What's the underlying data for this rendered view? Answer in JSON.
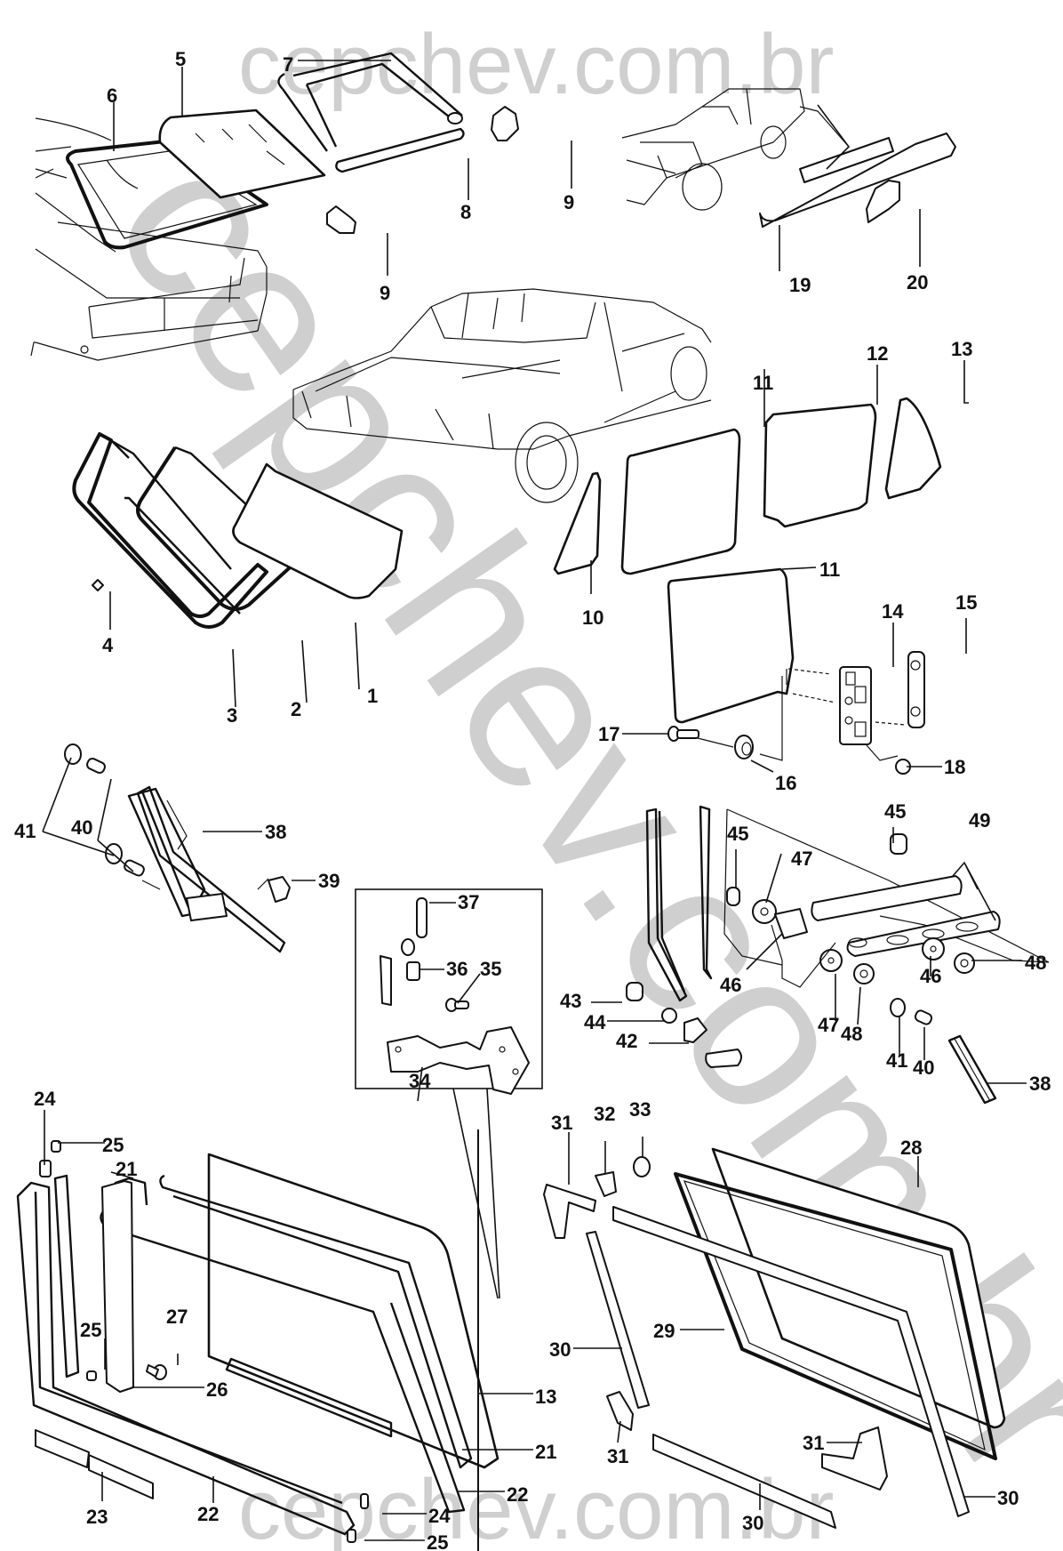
{
  "diagram": {
    "title": "Vidros e componentes - exploded parts diagram",
    "watermark": {
      "text_top": "cepchev.com.br",
      "text_diagonal": "cepchev.com.br",
      "text_bottom": "cepchev.com.br",
      "color": "#cfcfcf"
    },
    "callouts": [
      {
        "id": "c1",
        "label": "1"
      },
      {
        "id": "c2",
        "label": "2"
      },
      {
        "id": "c3",
        "label": "3"
      },
      {
        "id": "c4",
        "label": "4"
      },
      {
        "id": "c5",
        "label": "5"
      },
      {
        "id": "c6",
        "label": "6"
      },
      {
        "id": "c7",
        "label": "7"
      },
      {
        "id": "c8",
        "label": "8"
      },
      {
        "id": "c9a",
        "label": "9"
      },
      {
        "id": "c9b",
        "label": "9"
      },
      {
        "id": "c10",
        "label": "10"
      },
      {
        "id": "c11a",
        "label": "11"
      },
      {
        "id": "c11b",
        "label": "11"
      },
      {
        "id": "c12",
        "label": "12"
      },
      {
        "id": "c13a",
        "label": "13"
      },
      {
        "id": "c13b",
        "label": "13"
      },
      {
        "id": "c14",
        "label": "14"
      },
      {
        "id": "c15",
        "label": "15"
      },
      {
        "id": "c16",
        "label": "16"
      },
      {
        "id": "c17",
        "label": "17"
      },
      {
        "id": "c18",
        "label": "18"
      },
      {
        "id": "c19",
        "label": "19"
      },
      {
        "id": "c20",
        "label": "20"
      },
      {
        "id": "c21a",
        "label": "21"
      },
      {
        "id": "c21b",
        "label": "21"
      },
      {
        "id": "c22a",
        "label": "22"
      },
      {
        "id": "c22b",
        "label": "22"
      },
      {
        "id": "c23",
        "label": "23"
      },
      {
        "id": "c24a",
        "label": "24"
      },
      {
        "id": "c24b",
        "label": "24"
      },
      {
        "id": "c25a",
        "label": "25"
      },
      {
        "id": "c25b",
        "label": "25"
      },
      {
        "id": "c25c",
        "label": "25"
      },
      {
        "id": "c26",
        "label": "26"
      },
      {
        "id": "c27",
        "label": "27"
      },
      {
        "id": "c28",
        "label": "28"
      },
      {
        "id": "c29",
        "label": "29"
      },
      {
        "id": "c30a",
        "label": "30"
      },
      {
        "id": "c30b",
        "label": "30"
      },
      {
        "id": "c30c",
        "label": "30"
      },
      {
        "id": "c31a",
        "label": "31"
      },
      {
        "id": "c31b",
        "label": "31"
      },
      {
        "id": "c31c",
        "label": "31"
      },
      {
        "id": "c32",
        "label": "32"
      },
      {
        "id": "c33",
        "label": "33"
      },
      {
        "id": "c34",
        "label": "34"
      },
      {
        "id": "c35",
        "label": "35"
      },
      {
        "id": "c36",
        "label": "36"
      },
      {
        "id": "c37",
        "label": "37"
      },
      {
        "id": "c38a",
        "label": "38"
      },
      {
        "id": "c38b",
        "label": "38"
      },
      {
        "id": "c39",
        "label": "39"
      },
      {
        "id": "c40a",
        "label": "40"
      },
      {
        "id": "c40b",
        "label": "40"
      },
      {
        "id": "c41a",
        "label": "41"
      },
      {
        "id": "c41b",
        "label": "41"
      },
      {
        "id": "c42",
        "label": "42"
      },
      {
        "id": "c43",
        "label": "43"
      },
      {
        "id": "c44",
        "label": "44"
      },
      {
        "id": "c45a",
        "label": "45"
      },
      {
        "id": "c45b",
        "label": "45"
      },
      {
        "id": "c46a",
        "label": "46"
      },
      {
        "id": "c46b",
        "label": "46"
      },
      {
        "id": "c47a",
        "label": "47"
      },
      {
        "id": "c47b",
        "label": "47"
      },
      {
        "id": "c48a",
        "label": "48"
      },
      {
        "id": "c48b",
        "label": "48"
      },
      {
        "id": "c49",
        "label": "49"
      }
    ]
  }
}
